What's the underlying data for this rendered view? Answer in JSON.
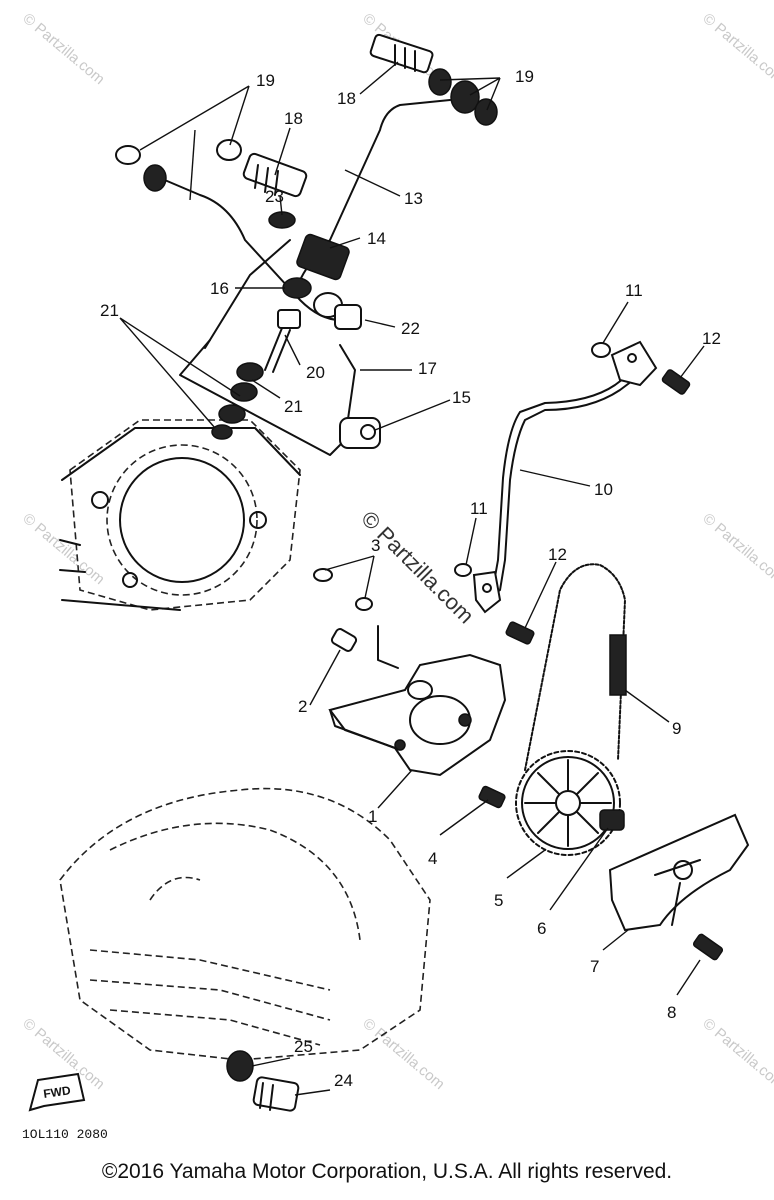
{
  "callouts": [
    {
      "id": "c1",
      "label": "1"
    },
    {
      "id": "c2",
      "label": "2"
    },
    {
      "id": "c3",
      "label": "3"
    },
    {
      "id": "c4",
      "label": "4"
    },
    {
      "id": "c5",
      "label": "5"
    },
    {
      "id": "c6",
      "label": "6"
    },
    {
      "id": "c7",
      "label": "7"
    },
    {
      "id": "c8",
      "label": "8"
    },
    {
      "id": "c9",
      "label": "9"
    },
    {
      "id": "c10",
      "label": "10"
    },
    {
      "id": "c11a",
      "label": "11"
    },
    {
      "id": "c11b",
      "label": "11"
    },
    {
      "id": "c12a",
      "label": "12"
    },
    {
      "id": "c12b",
      "label": "12"
    },
    {
      "id": "c13",
      "label": "13"
    },
    {
      "id": "c14",
      "label": "14"
    },
    {
      "id": "c15",
      "label": "15"
    },
    {
      "id": "c16",
      "label": "16"
    },
    {
      "id": "c17",
      "label": "17"
    },
    {
      "id": "c18a",
      "label": "18"
    },
    {
      "id": "c18b",
      "label": "18"
    },
    {
      "id": "c19a",
      "label": "19"
    },
    {
      "id": "c19b",
      "label": "19"
    },
    {
      "id": "c20",
      "label": "20"
    },
    {
      "id": "c21a",
      "label": "21"
    },
    {
      "id": "c21b",
      "label": "21"
    },
    {
      "id": "c22",
      "label": "22"
    },
    {
      "id": "c23",
      "label": "23"
    },
    {
      "id": "c24",
      "label": "24"
    },
    {
      "id": "c25",
      "label": "25"
    }
  ],
  "watermark": {
    "repeat_text": "© Partzilla.com",
    "center_text": "© Partzilla.com"
  },
  "fwd_label": "FWD",
  "diagram_code": "1OL110 2080",
  "copyright": "©2016  Yamaha Motor Corporation, U.S.A. All rights reserved."
}
